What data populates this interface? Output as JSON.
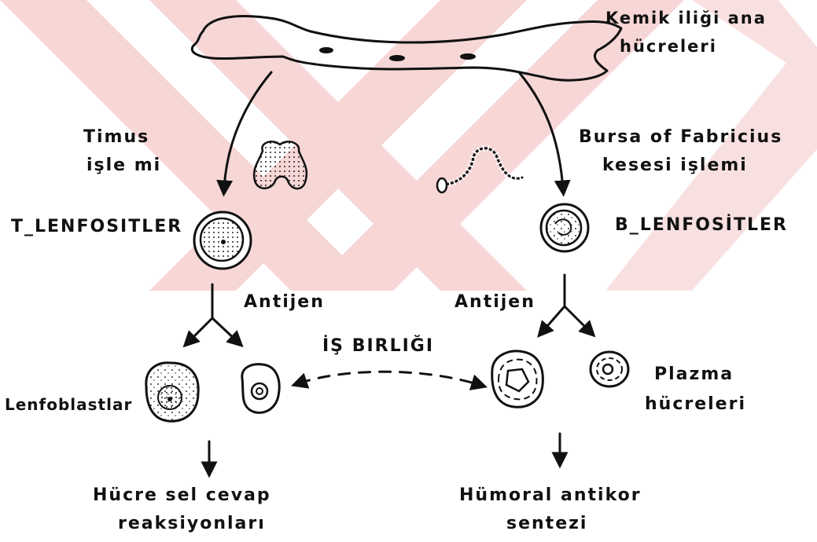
{
  "labels": {
    "bone_marrow": [
      "Kemik iliği ana",
      "hücreleri"
    ],
    "thymus": [
      "Timus",
      "işle mi"
    ],
    "bursa": [
      "Bursa of Fabricius",
      "kesesi işlemi"
    ],
    "t_lymphocytes": "T_LENFOSITLER",
    "b_lymphocytes": "B_LENFOSİTLER",
    "antigen_left": "Antijen",
    "antigen_right": "Antijen",
    "cooperation": "İŞ BIRLIĞI",
    "lymphoblasts": "Lenfoblastlar",
    "plasma_cells": [
      "Plazma",
      "hücreleri"
    ],
    "cellular_response": [
      "Hücre sel cevap",
      "reaksiyonları"
    ],
    "humoral_synthesis": [
      "Hümoral antikor",
      "sentezi"
    ]
  },
  "colors": {
    "ink": "#111111",
    "watermark": "#f7d6d6",
    "background": "#ffffff"
  }
}
